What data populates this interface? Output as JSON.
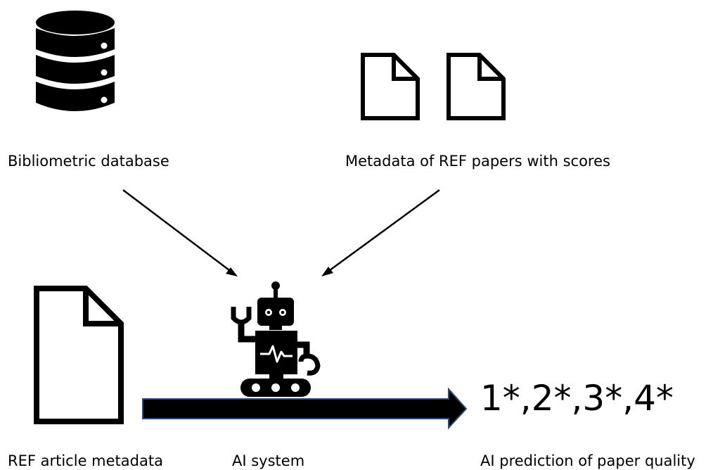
{
  "labels": {
    "bibliometric_database": "Bibliometric database",
    "ref_papers_metadata": "Metadata of REF papers with scores",
    "ref_article_metadata": "REF article metadata",
    "ai_system": "AI system",
    "ai_prediction": "AI prediction of paper quality"
  },
  "output_scores": "1*,2*,3*,4*",
  "icons": {
    "database": "database-icon",
    "document": "document-icon",
    "robot": "robot-icon",
    "arrow": "arrow-icon"
  },
  "colors": {
    "foreground": "#000000",
    "arrow_outline": "#2f4a7a",
    "background": "#ffffff"
  }
}
